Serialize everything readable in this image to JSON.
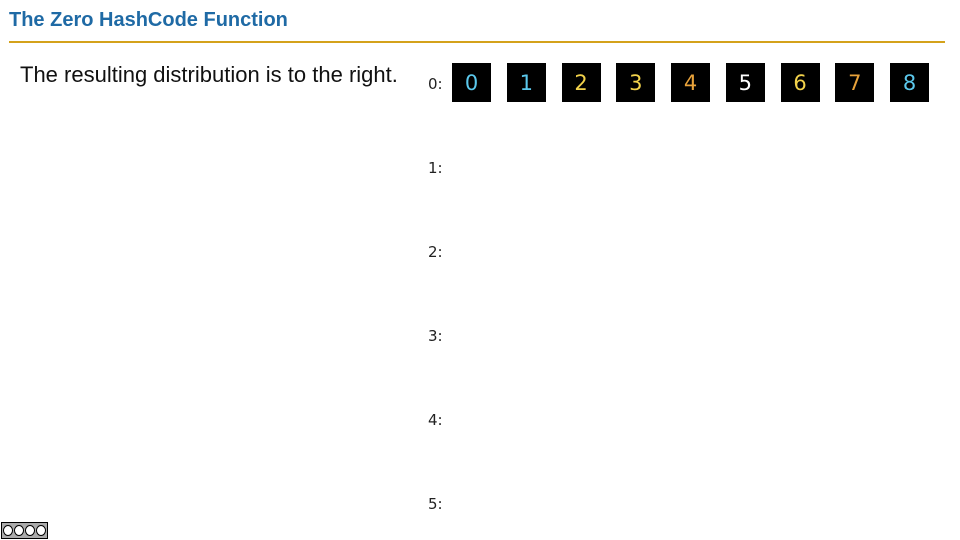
{
  "slide": {
    "title": "The Zero HashCode Function",
    "body": "The resulting distribution is to the right."
  },
  "colors": {
    "title": "#1f6aa5",
    "rule": "#d4a21b",
    "box_background": "#000000"
  },
  "buckets": [
    {
      "label": "0:",
      "items": [
        {
          "value": "0",
          "color": "#5bc8ec"
        },
        {
          "value": "1",
          "color": "#5bc8ec"
        },
        {
          "value": "2",
          "color": "#f2d24b"
        },
        {
          "value": "3",
          "color": "#f2d24b"
        },
        {
          "value": "4",
          "color": "#e8a23a"
        },
        {
          "value": "5",
          "color": "#ffffff"
        },
        {
          "value": "6",
          "color": "#f2d24b"
        },
        {
          "value": "7",
          "color": "#e8a23a"
        },
        {
          "value": "8",
          "color": "#5bc8ec"
        }
      ]
    },
    {
      "label": "1:",
      "items": []
    },
    {
      "label": "2:",
      "items": []
    },
    {
      "label": "3:",
      "items": []
    },
    {
      "label": "4:",
      "items": []
    },
    {
      "label": "5:",
      "items": []
    }
  ],
  "license": {
    "icon": "creative-commons-by-nc-sa-icon"
  }
}
